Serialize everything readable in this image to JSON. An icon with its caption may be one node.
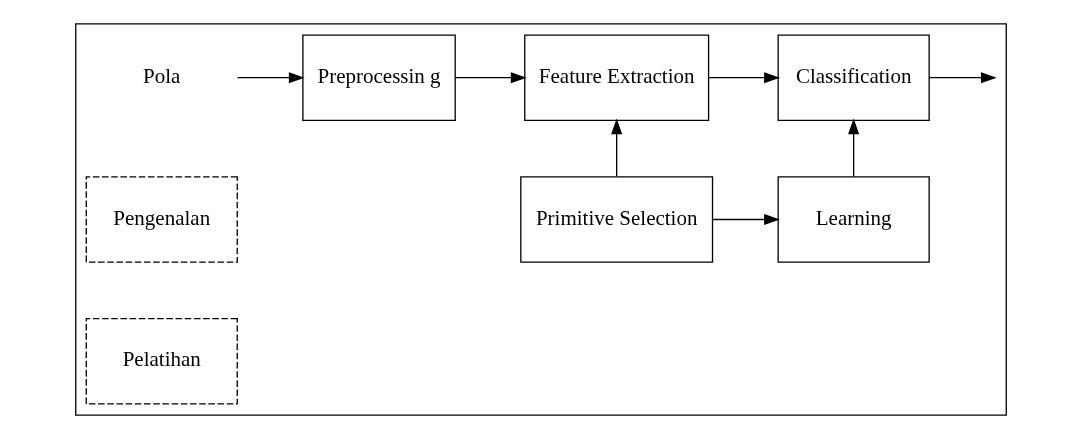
{
  "diagram": {
    "nodes": [
      {
        "text": [],
        "shape": "box"
      },
      {
        "text": [
          "Pola"
        ],
        "in": 0
      },
      {
        "text": [
          "Pengenalan"
        ],
        "in": 0
      },
      {
        "text": [
          "Pelatihan"
        ],
        "in": 0
      },
      {
        "text": [
          "Preprocessin g"
        ],
        "in": 0
      },
      {
        "text": [
          "Feature Extraction"
        ],
        "in": 0
      },
      {
        "text": [
          "Classification"
        ],
        "in": 0
      },
      {
        "text": [
          "Primitive Selection"
        ],
        "in": 0
      },
      {
        "text": [
          "Learning"
        ],
        "in": 0
      }
    ],
    "edges": [
      {
        "from": 1,
        "to": 4,
        "arrow": "to"
      },
      {
        "from": 4,
        "to": 5,
        "arrow": "to"
      },
      {
        "from": 5,
        "to": 6,
        "arrow": "to"
      },
      {
        "from": 6,
        "to": null,
        "arrow": "to"
      },
      {
        "from": 7,
        "to": 5,
        "arrow": "to"
      },
      {
        "from": 7,
        "to": 8,
        "arrow": "to"
      },
      {
        "from": 8,
        "to": 6,
        "arrow": "to"
      }
    ]
  }
}
